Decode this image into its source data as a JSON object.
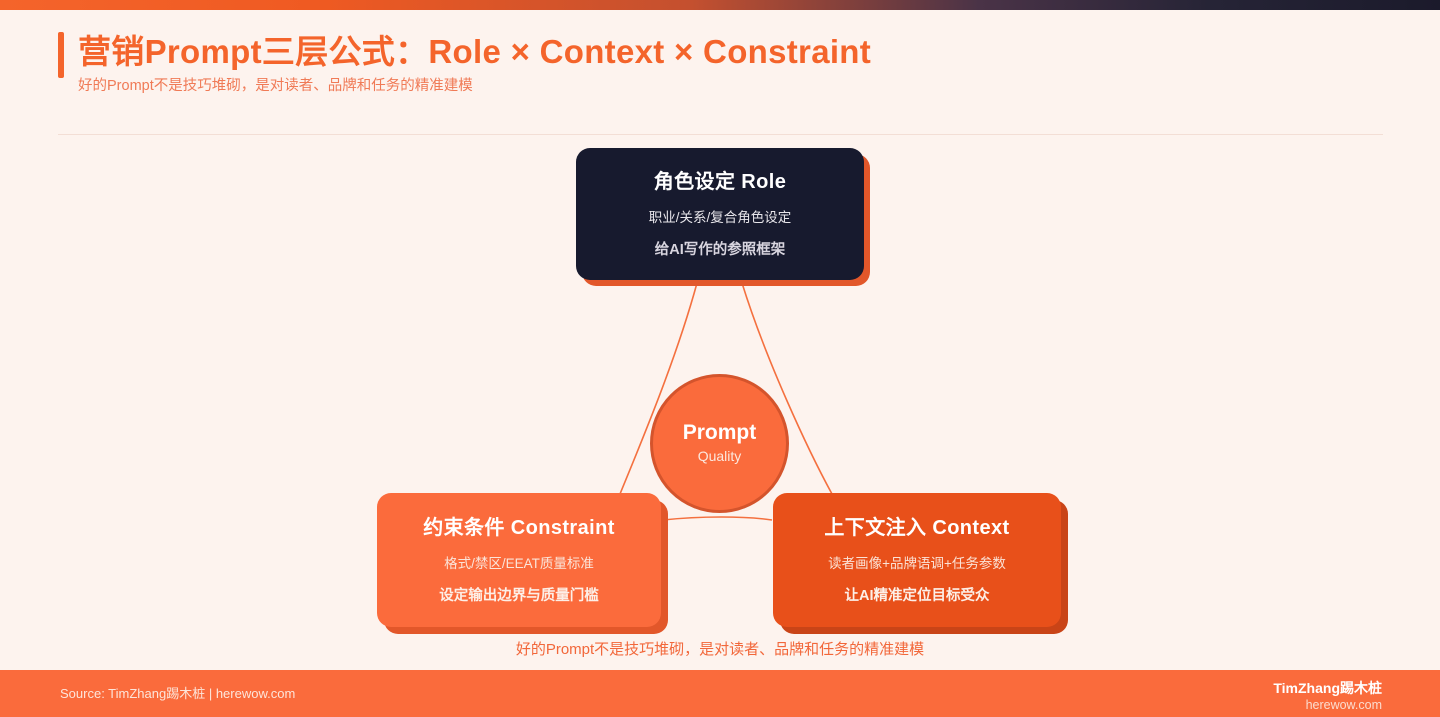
{
  "theme": {
    "background": "#FDF3EE",
    "accent": "#F4642B",
    "dark": "#171A2E",
    "orange_light": "#FB6B3C",
    "orange_deep": "#E8501A",
    "footer_bg": "#FA6B3C"
  },
  "header": {
    "title": "营销Prompt三层公式：Role × Context × Constraint",
    "subtitle": "好的Prompt不是技巧堆砌，是对读者、品牌和任务的精准建模"
  },
  "diagram": {
    "hub": {
      "title": "Prompt",
      "subtitle": "Quality"
    },
    "nodes": [
      {
        "id": "role",
        "title": "角色设定 Role",
        "subtitle": "职业/关系/复合角色设定",
        "note": "给AI写作的参照框架"
      },
      {
        "id": "constraint",
        "title": "约束条件 Constraint",
        "subtitle": "格式/禁区/EEAT质量标准",
        "note": "设定输出边界与质量门槛"
      },
      {
        "id": "context",
        "title": "上下文注入 Context",
        "subtitle": "读者画像+品牌语调+任务参数",
        "note": "让AI精准定位目标受众"
      }
    ],
    "caption": "好的Prompt不是技巧堆砌，是对读者、品牌和任务的精准建模"
  },
  "footer": {
    "source": "Source: TimZhang踢木桩 | herewow.com",
    "brand_name": "TimZhang踢木桩",
    "brand_url": "herewow.com"
  }
}
